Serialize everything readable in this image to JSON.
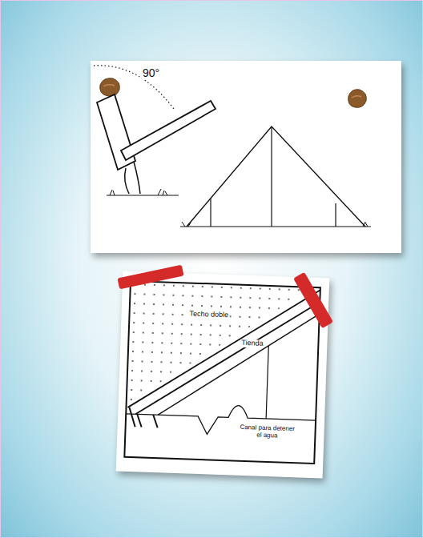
{
  "diagram": {
    "labels": [
      "90°",
      "Techo doble",
      "Tienda",
      "Canal para detener el agua"
    ]
  }
}
